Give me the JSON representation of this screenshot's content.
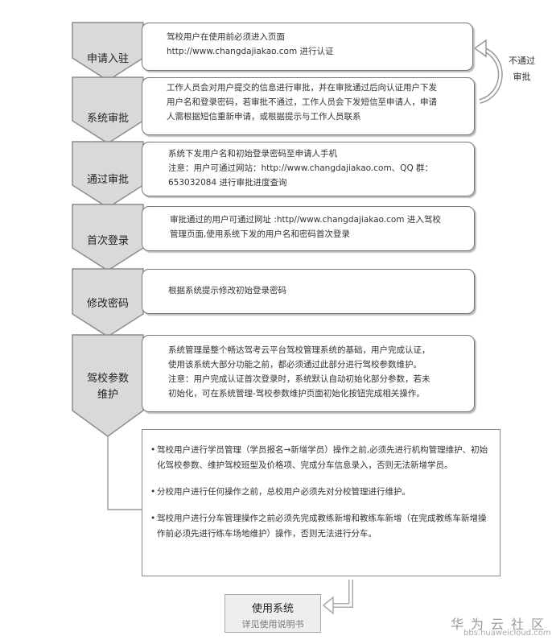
{
  "steps": [
    {
      "label": "申请入驻",
      "lines": [
        "驾校用户在使用前必须进入页面",
        "http://www.changdajiakao.com 进行认证"
      ]
    },
    {
      "label": "系统审批",
      "lines": [
        "工作人员会对用户提交的信息进行审批，并在审批通过后向认证用户下发",
        "用户名和登录密码，若审批不通过，工作人员会下发短信至申请人，申请",
        "人需根据短信重新申请，或根据提示与工作人员联系"
      ]
    },
    {
      "label": "通过审批",
      "lines": [
        "系统下发用户名和初始登录密码至申请人手机",
        "注意：用户可通过网站：http://www.changdajiakao.com、QQ 群：",
        "653032084 进行审批进度查询"
      ]
    },
    {
      "label": "首次登录",
      "lines": [
        "审批通过的用户可通过网址 :http//www.changdajiakao.com 进入驾校",
        "管理页面,使用系统下发的用户名和密码首次登录"
      ]
    },
    {
      "label": "修改密码",
      "lines": [
        "根据系统提示修改初始登录密码"
      ]
    },
    {
      "label1": "驾校参数",
      "label2": "维护",
      "lines": [
        "系统管理是整个畅达驾考云平台驾校管理系统的基础，用户完成认证，",
        "使用该系统大部分功能之前，都必须通过此部分进行驾校参数维护。",
        "注意：用户完成认证首次登录时，系统默认自动初始化部分参数，若未",
        "初始化，可在系统管理-驾校参数维护页面初始化按钮完成相关操作。"
      ]
    }
  ],
  "reject_label": [
    "不通过",
    "审批"
  ],
  "notes": [
    "驾校用户进行学员管理（学员报名→新增学员）操作之前,必须先进行机构管理维护、初始化驾校参数、维护驾校班型及价格项、完成分车信息录入，否则无法新增学员。",
    "分校用户进行任何操作之前，总校用户必须先对分校管理进行维护。",
    "驾校用户进行分车管理操作之前必须先完成教练新增和教练车新增（在完成教练车新增操作前必须先进行练车场地维护）操作，否则无法进行分车。"
  ],
  "end": {
    "title": "使用系统",
    "subtitle": "详见使用说明书"
  },
  "watermark": {
    "brand": "华为云社区",
    "url": "bbs.huaweicloud.com"
  },
  "colors": {
    "chevron_fill": "#d9d9d9",
    "chevron_stroke": "#8c8c8c",
    "box_border": "#777777"
  }
}
